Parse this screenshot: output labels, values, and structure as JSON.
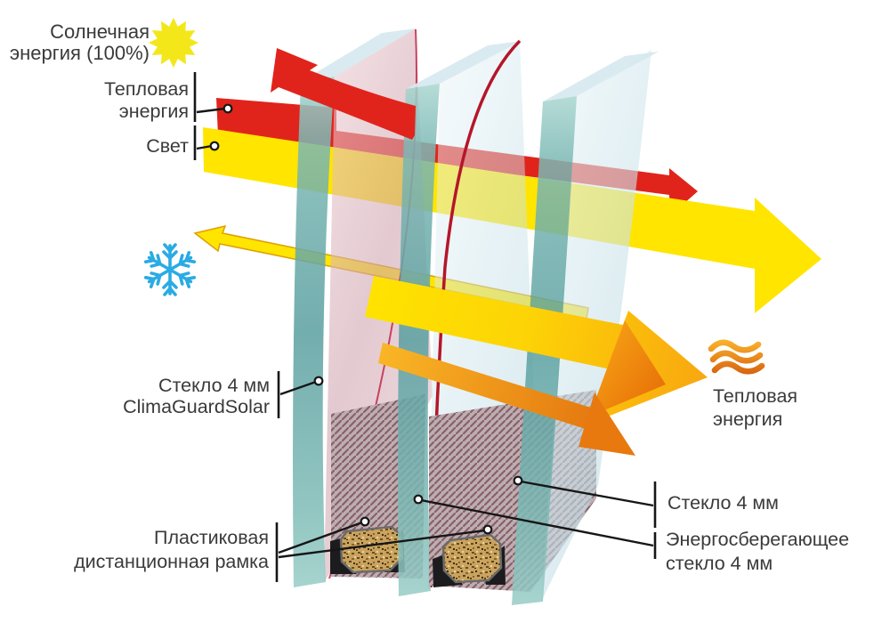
{
  "colors": {
    "sun_yellow": "#f3e71a",
    "light_yellow": "#ffe500",
    "heat_red": "#e0241c",
    "coating_red_line": "#b5162a",
    "cold_blue": "#2aabe3",
    "heat_orange": "#ef8418",
    "glass_teal": "#6fb3af",
    "glass_face_blue": "#cfe4ec",
    "coating_pink": "#dcb3bc",
    "text": "#3a3a3a"
  },
  "labels": {
    "solar": {
      "line1": "Солнечная",
      "line2": "энергия (100%)"
    },
    "heat_in": {
      "line1": "Тепловая",
      "line2": "энергия"
    },
    "light": "Свет",
    "glass_climaguard": {
      "line1": "Стекло 4 мм",
      "line2": "ClimaGuardSolar"
    },
    "spacer": {
      "line1": "Пластиковая",
      "line2": "дистанционная рамка"
    },
    "glass_inner": "Стекло 4 мм",
    "glass_energy": {
      "line1": "Энергосберегающее",
      "line2": "стекло 4 мм"
    },
    "heat_out": {
      "line1": "Тепловая",
      "line2": "энергия"
    }
  },
  "icons": {
    "sun": "sun-burst",
    "snowflake": "snowflake",
    "heat_waves": "heat-waves"
  }
}
